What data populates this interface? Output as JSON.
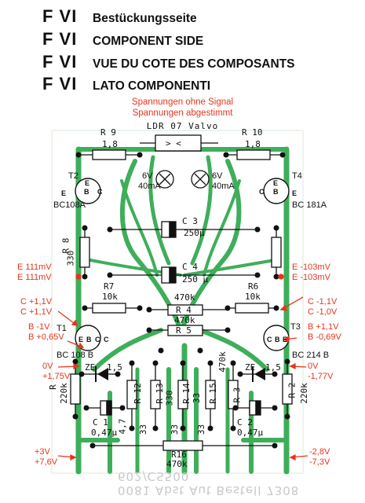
{
  "header": {
    "lines": [
      {
        "prefix": "F VI",
        "text": "Bestückungsseite"
      },
      {
        "prefix": "F VI",
        "text": "COMPONENT SIDE"
      },
      {
        "prefix": "F VI",
        "text": "VUE DU COTE DES COMPOSANTS"
      },
      {
        "prefix": "F VI",
        "text": "LATO COMPONENTI"
      }
    ]
  },
  "notes": {
    "line1": "Spannungen ohne Signal",
    "line2": "Spannungen abgestimmt"
  },
  "ldr": {
    "label": "LDR  07 Valvo",
    "symbol": "> <"
  },
  "lamps": {
    "left": {
      "v": "6V",
      "i": "40mA"
    },
    "right": {
      "v": "6V",
      "i": "40mA"
    }
  },
  "resistors": {
    "r9": {
      "name": "R 9",
      "value": "1,8"
    },
    "r10": {
      "name": "R 10",
      "value": "1,8"
    },
    "r8": {
      "name": "R 8",
      "value": "330"
    },
    "r7": {
      "name": "R7",
      "value": "10k"
    },
    "r6": {
      "name": "R6",
      "value": "10k"
    },
    "r4": {
      "name": "R 4",
      "value": "470k"
    },
    "r5": {
      "name": "R 5",
      "value": "470k"
    },
    "r4_top": "470k",
    "r1": {
      "name": "R",
      "value": "220k"
    },
    "r2": {
      "name": "R 2",
      "value": "220k"
    },
    "r12": {
      "name": "R 12",
      "value": "4,7"
    },
    "r13": {
      "name": "R 13",
      "value": "33"
    },
    "r14": {
      "name": "R 14",
      "value": "330"
    },
    "r15": {
      "name": "R 15",
      "value": "33"
    },
    "r3": {
      "name": "R 3",
      "value": "470k"
    },
    "r16": {
      "name": "R16",
      "value": "470k"
    },
    "r13_bottom": "33",
    "r15_bottom": "33"
  },
  "capacitors": {
    "c3": {
      "name": "C 3",
      "value": "250μ"
    },
    "c4": {
      "name": "C 4",
      "value": "250 μ"
    },
    "c1": {
      "name": "C 1",
      "value": "0,47μ"
    },
    "c2": {
      "name": "C 2",
      "value": "0,47μ"
    }
  },
  "transistors": {
    "t2": {
      "name": "T2",
      "type": "BC108A"
    },
    "t4": {
      "name": "T4",
      "type": "BC 181A"
    },
    "t1": {
      "name": "T1",
      "type": "BC 108 B"
    },
    "t3": {
      "name": "T3",
      "type": "BC 214 B"
    },
    "pins": {
      "e": "E",
      "b": "B",
      "c": "C"
    }
  },
  "zener": {
    "left": {
      "name": "ZE",
      "value": "1,5"
    },
    "right": {
      "name": "ZE",
      "value": "1,5"
    }
  },
  "voltages": {
    "e_left": [
      "E 111mV",
      "E 111mV"
    ],
    "e_right": [
      "E -103mV",
      "E -103mV"
    ],
    "c_left": [
      "C +1,1V",
      "C +1,1V"
    ],
    "c_right": [
      "C -1,1V",
      "C -1,0V"
    ],
    "b_left": [
      "B -1V",
      "B +0,65V"
    ],
    "b_right": [
      "B +1,1V",
      "B  -0,69V"
    ],
    "ov_left": [
      "0V",
      "+1,75V"
    ],
    "ov_right": [
      "0V",
      "-1,77V"
    ],
    "supply_left": [
      "+3V",
      "+7,6V"
    ],
    "supply_right": [
      "-2,8V",
      "-7,3V"
    ]
  },
  "colors": {
    "trace": "#3fae5a",
    "board": "#ffffff",
    "annotation": "#e8341c"
  },
  "footer": "0081 Abst Aut Bestell 7308 602/CS500"
}
